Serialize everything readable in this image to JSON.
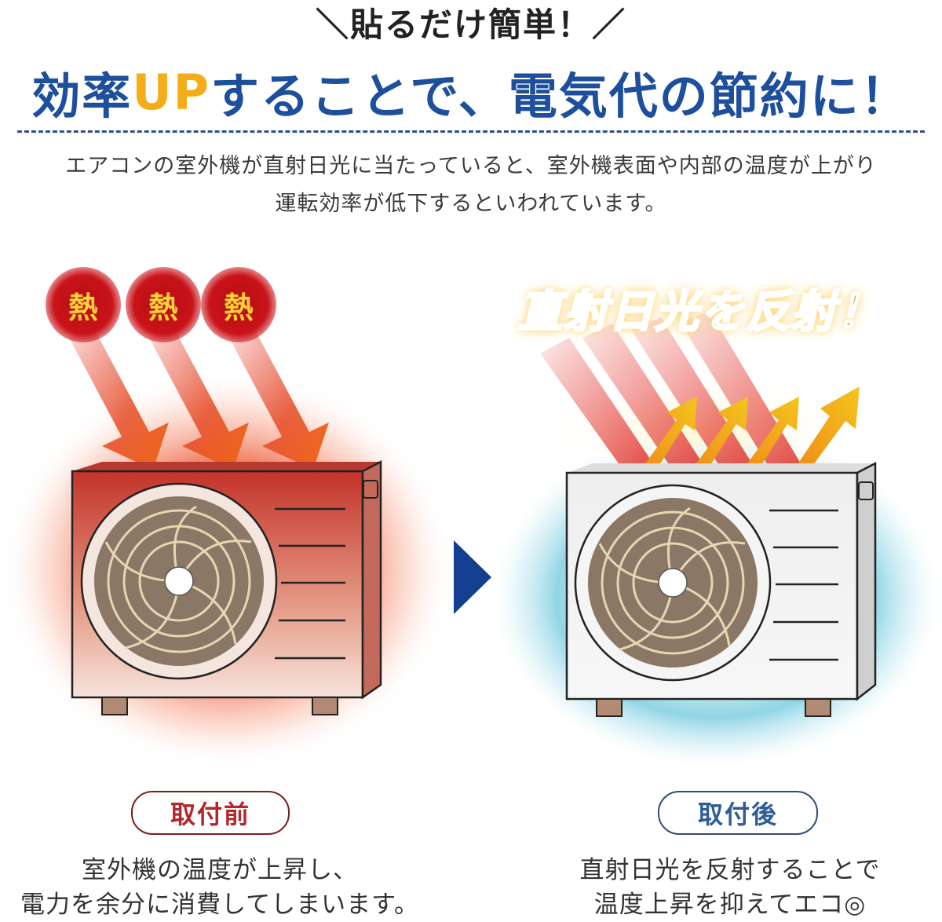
{
  "tagline": "＼貼るだけ簡単！／",
  "headline": {
    "part1": "効率",
    "highlight": "UP",
    "part2": "することで、電気代の節約に！"
  },
  "description": {
    "line1": "エアコンの室外機が直射日光に当たっていると、室外機表面や内部の温度が上がり",
    "line2": "運転効率が低下するといわれています。"
  },
  "before": {
    "heat_label": "熱",
    "label": "取付前",
    "caption_line1": "室外機の温度が上昇し、",
    "caption_line2": "電力を余分に消費してしまいます。"
  },
  "after": {
    "title": "直射日光を反射！",
    "label": "取付後",
    "caption_line1": "直射日光を反射することで",
    "caption_line2": "温度上昇を抑えてエコ◎"
  },
  "colors": {
    "headline_blue": "#1d4f9c",
    "highlight_yellow": "#f4ad19",
    "heat_red": "#c8141a",
    "arrow_blue": "#123f8f"
  },
  "icons": [
    "heat-arrow-icon",
    "outdoor-unit-hot",
    "next-arrow-icon",
    "outdoor-unit-cool",
    "reflect-arrow-icon"
  ]
}
